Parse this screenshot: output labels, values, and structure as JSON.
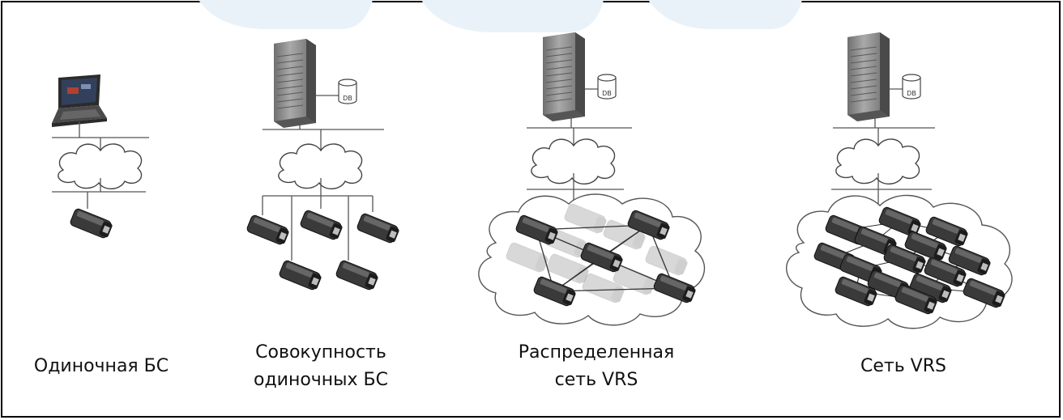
{
  "colors": {
    "line": "#555555",
    "frame": "#000000",
    "watermark": "#e8f1f9",
    "server": "#8a8a8a",
    "receiver": "#3a3a3a",
    "receiver_faded": "#cfcfcf"
  },
  "server_label": "DB",
  "panels": [
    {
      "id": "single",
      "caption": [
        "Одиночная БС"
      ]
    },
    {
      "id": "multi",
      "caption": [
        "Совокупность",
        "одиночных БС"
      ]
    },
    {
      "id": "distributed",
      "caption": [
        "Распределенная",
        "сеть VRS"
      ]
    },
    {
      "id": "network",
      "caption": [
        "Сеть VRS"
      ]
    }
  ]
}
